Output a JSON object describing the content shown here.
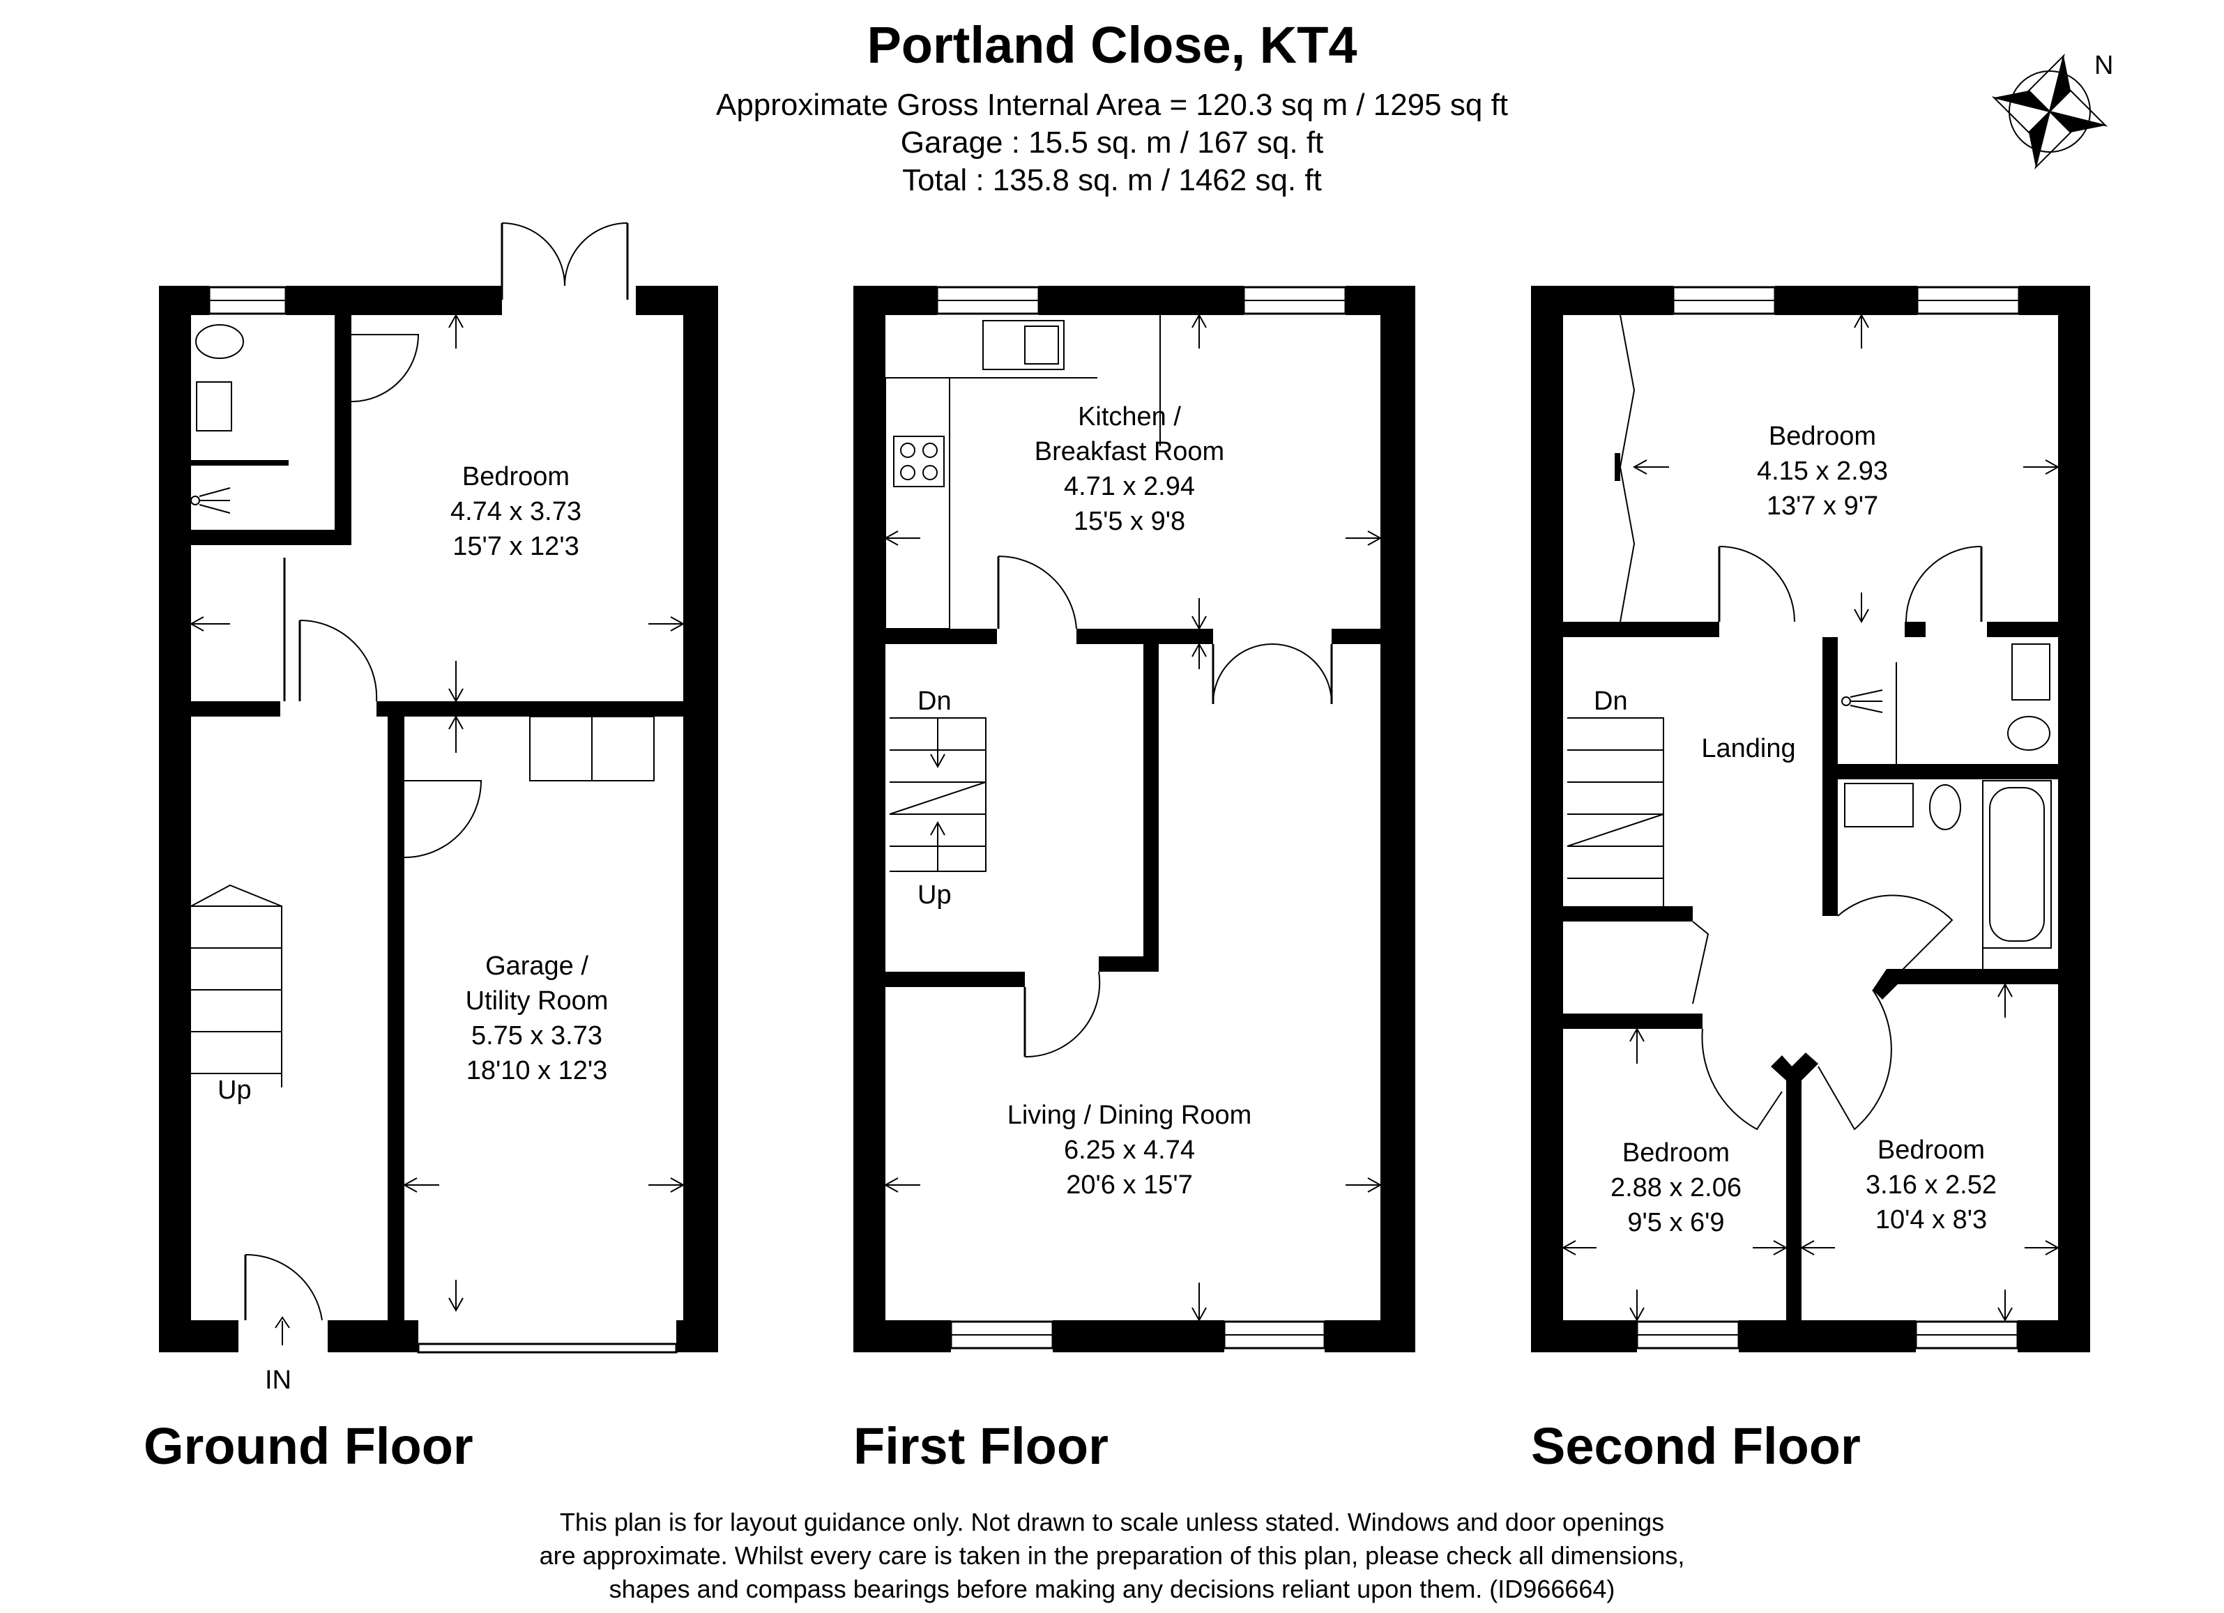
{
  "header": {
    "title": "Portland Close, KT4",
    "area_line": "Approximate Gross Internal Area = 120.3 sq m / 1295 sq ft",
    "garage_line": "Garage : 15.5 sq. m / 167 sq. ft",
    "total_line": "Total : 135.8 sq. m / 1462 sq. ft"
  },
  "compass": {
    "label": "N",
    "icon": "compass-rose-icon"
  },
  "floors": {
    "ground": {
      "label": "Ground Floor",
      "rooms": [
        {
          "name": "Bedroom",
          "metric": "4.74 x 3.73",
          "imperial": "15'7 x 12'3"
        },
        {
          "name_line1": "Garage /",
          "name_line2": "Utility Room",
          "metric": "5.75 x 3.73",
          "imperial": "18'10 x 12'3"
        }
      ],
      "stairs_label": "Up",
      "entrance_label": "IN"
    },
    "first": {
      "label": "First Floor",
      "rooms": [
        {
          "name_line1": "Kitchen /",
          "name_line2": "Breakfast Room",
          "metric": "4.71 x 2.94",
          "imperial": "15'5 x 9'8"
        },
        {
          "name": "Living / Dining Room",
          "metric": "6.25 x 4.74",
          "imperial": "20'6 x 15'7"
        }
      ],
      "stairs_down": "Dn",
      "stairs_up": "Up"
    },
    "second": {
      "label": "Second Floor",
      "rooms": [
        {
          "name": "Bedroom",
          "metric": "4.15 x 2.93",
          "imperial": "13'7 x 9'7"
        },
        {
          "name": "Landing"
        },
        {
          "name": "Bedroom",
          "metric": "2.88 x 2.06",
          "imperial": "9'5 x 6'9"
        },
        {
          "name": "Bedroom",
          "metric": "3.16 x 2.52",
          "imperial": "10'4 x 8'3"
        }
      ],
      "stairs_down": "Dn"
    }
  },
  "disclaimer": [
    "This plan is for layout guidance only. Not drawn to scale unless stated. Windows and door openings",
    "are approximate. Whilst every care is taken in the preparation of this plan, please check all dimensions,",
    "shapes and compass bearings before making any decisions reliant upon them. (ID966664)"
  ]
}
